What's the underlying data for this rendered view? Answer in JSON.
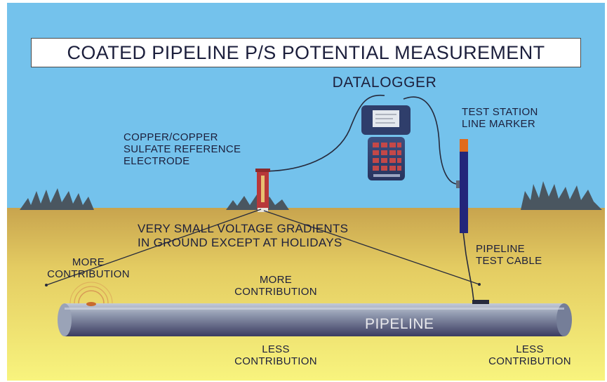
{
  "title": "COATED PIPELINE P/S POTENTIAL MEASUREMENT",
  "labels": {
    "datalogger": "DATALOGGER",
    "reference_electrode": [
      "COPPER/COPPER",
      "SULFATE REFERENCE",
      "ELECTRODE"
    ],
    "test_station": [
      "TEST STATION",
      "LINE MARKER"
    ],
    "voltage_gradients": [
      "VERY SMALL VOLTAGE GRADIENTS",
      "IN GROUND EXCEPT AT HOLIDAYS"
    ],
    "test_cable": [
      "PIPELINE",
      "TEST CABLE"
    ],
    "more_contribution_left": [
      "MORE",
      "CONTRIBUTION"
    ],
    "more_contribution_center": [
      "MORE",
      "CONTRIBUTION"
    ],
    "pipeline": "PIPELINE",
    "less_contribution_center": [
      "LESS",
      "CONTRIBUTION"
    ],
    "less_contribution_right": [
      "LESS",
      "CONTRIBUTION"
    ]
  },
  "colors": {
    "sky": "#74c2ec",
    "ground_top": "#d2b15a",
    "ground_bottom": "#f6f27c",
    "pipe_top": "#aeb7c7",
    "pipe_bottom": "#3d3d63",
    "electrode": "#b8383a",
    "test_post": "#23267a",
    "post_cap": "#e06a1c",
    "text": "#1c1f3c"
  }
}
